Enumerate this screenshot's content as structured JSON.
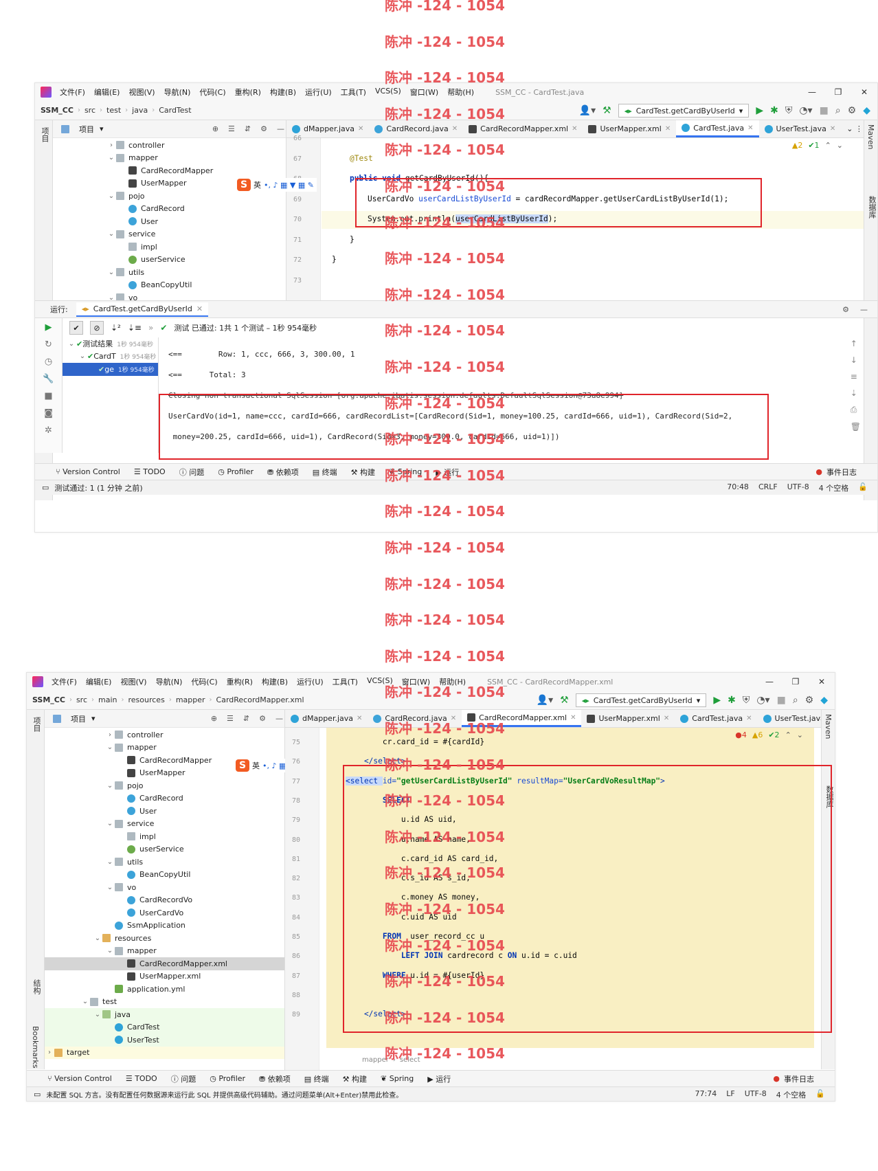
{
  "watermark": "陈冲 -124 - 1054",
  "menu_items": [
    "文件(F)",
    "编辑(E)",
    "视图(V)",
    "导航(N)",
    "代码(C)",
    "重构(R)",
    "构建(B)",
    "运行(U)",
    "工具(T)",
    "VCS(S)",
    "窗口(W)",
    "帮助(H)"
  ],
  "window_controls": [
    "—",
    "❐",
    "✕"
  ],
  "run_config": "CardTest.getCardByUserId",
  "shot1": {
    "window_title": "SSM_CC - CardTest.java",
    "breadcrumbs": [
      "SSM_CC",
      "src",
      "test",
      "java",
      "CardTest"
    ],
    "project_label": "项目",
    "tabs": [
      "dMapper.java",
      "CardRecord.java",
      "CardRecordMapper.xml",
      "UserMapper.xml",
      "CardTest.java",
      "UserTest.java"
    ],
    "tree": [
      {
        "label": "controller",
        "icon": "folder",
        "indent": 1,
        "chev": "›"
      },
      {
        "label": "mapper",
        "icon": "folder",
        "indent": 1,
        "chev": "⌄"
      },
      {
        "label": "CardRecordMapper",
        "icon": "xml",
        "indent": 2,
        "chev": ""
      },
      {
        "label": "UserMapper",
        "icon": "xml",
        "indent": 2,
        "chev": ""
      },
      {
        "label": "pojo",
        "icon": "folder",
        "indent": 1,
        "chev": "⌄"
      },
      {
        "label": "CardRecord",
        "icon": "class",
        "indent": 2,
        "chev": ""
      },
      {
        "label": "User",
        "icon": "class",
        "indent": 2,
        "chev": ""
      },
      {
        "label": "service",
        "icon": "folder",
        "indent": 1,
        "chev": "⌄"
      },
      {
        "label": "impl",
        "icon": "folder",
        "indent": 2,
        "chev": ""
      },
      {
        "label": "userService",
        "icon": "iface",
        "indent": 2,
        "chev": ""
      },
      {
        "label": "utils",
        "icon": "folder",
        "indent": 1,
        "chev": "⌄"
      },
      {
        "label": "BeanCopyUtil",
        "icon": "class",
        "indent": 2,
        "chev": ""
      },
      {
        "label": "vo",
        "icon": "folder",
        "indent": 1,
        "chev": "⌄"
      }
    ],
    "line_numbers": [
      "66",
      "67",
      "68",
      "69",
      "70",
      "71",
      "72",
      "73"
    ],
    "code": {
      "ann": "@Test",
      "sig_kw": "public void",
      "sig_rest": " getCardByUserId(){",
      "line1_type": "UserCardVo ",
      "line1_var": "userCardListByUserId",
      "line1_rest": " = cardRecordMapper.getUserCardListByUserId(1);",
      "line2_a": "System.out.println(",
      "line2_b": "userCardListByUserId",
      "line2_c": ");",
      "close1": "}",
      "close2": "}"
    },
    "inspections": [
      "▲2",
      "✔1",
      "⌃",
      "⌄"
    ],
    "run_label": "运行:",
    "run_tab": "CardTest.getCardByUserId",
    "run_status": "测试 已通过: 1共 1 个测试 – 1秒 954毫秒",
    "test_tree": [
      {
        "label": "测试结果",
        "time": "1秒 954毫秒"
      },
      {
        "label": "CardT",
        "time": "1秒 954毫秒"
      },
      {
        "label": "ge",
        "time": "1秒 954毫秒"
      }
    ],
    "console": [
      "<==        Row: 1, ccc, 666, 3, 300.00, 1",
      "<==      Total: 3",
      "Closing non transactional SqlSession [org.apache.ibatis.session.defaults.DefaultSqlSession@73a8e994]",
      "UserCardVo(id=1, name=ccc, cardId=666, cardRecordList=[CardRecord(Sid=1, money=100.25, cardId=666, uid=1), CardRecord(Sid=2,",
      " money=200.25, cardId=666, uid=1), CardRecord(Sid=3, money=300.0, cardId=666, uid=1)])"
    ],
    "toolwindows": [
      "Version Control",
      "TODO",
      "问题",
      "Profiler",
      "依赖项",
      "终端",
      "构建",
      "Spring",
      "运行"
    ],
    "event_log": "事件日志",
    "status_left": "测试通过: 1 (1 分钟 之前)",
    "status_right": [
      "70:48",
      "CRLF",
      "UTF-8",
      "4 个空格"
    ]
  },
  "shot2": {
    "window_title": "SSM_CC - CardRecordMapper.xml",
    "breadcrumbs": [
      "SSM_CC",
      "src",
      "main",
      "resources",
      "mapper",
      "CardRecordMapper.xml"
    ],
    "project_label": "项目",
    "tabs": [
      "dMapper.java",
      "CardRecord.java",
      "CardRecordMapper.xml",
      "UserMapper.xml",
      "CardTest.java",
      "UserTest.java"
    ],
    "tree": [
      {
        "label": "controller",
        "icon": "folder",
        "indent": 2,
        "chev": "›"
      },
      {
        "label": "mapper",
        "icon": "folder",
        "indent": 2,
        "chev": "⌄"
      },
      {
        "label": "CardRecordMapper",
        "icon": "xml",
        "indent": 3,
        "chev": ""
      },
      {
        "label": "UserMapper",
        "icon": "xml",
        "indent": 3,
        "chev": ""
      },
      {
        "label": "pojo",
        "icon": "folder",
        "indent": 2,
        "chev": "⌄"
      },
      {
        "label": "CardRecord",
        "icon": "class",
        "indent": 3,
        "chev": ""
      },
      {
        "label": "User",
        "icon": "class",
        "indent": 3,
        "chev": ""
      },
      {
        "label": "service",
        "icon": "folder",
        "indent": 2,
        "chev": "⌄"
      },
      {
        "label": "impl",
        "icon": "folder",
        "indent": 3,
        "chev": ""
      },
      {
        "label": "userService",
        "icon": "iface",
        "indent": 3,
        "chev": ""
      },
      {
        "label": "utils",
        "icon": "folder",
        "indent": 2,
        "chev": "⌄"
      },
      {
        "label": "BeanCopyUtil",
        "icon": "class",
        "indent": 3,
        "chev": ""
      },
      {
        "label": "vo",
        "icon": "folder",
        "indent": 2,
        "chev": "⌄"
      },
      {
        "label": "CardRecordVo",
        "icon": "class",
        "indent": 3,
        "chev": ""
      },
      {
        "label": "UserCardVo",
        "icon": "class",
        "indent": 3,
        "chev": ""
      },
      {
        "label": "SsmApplication",
        "icon": "class",
        "indent": 2,
        "chev": ""
      },
      {
        "label": "resources",
        "icon": "folder-y",
        "indent": 1,
        "chev": "⌄"
      },
      {
        "label": "mapper",
        "icon": "folder",
        "indent": 2,
        "chev": "⌄"
      },
      {
        "label": "CardRecordMapper.xml",
        "icon": "xml",
        "indent": 3,
        "chev": "",
        "state": "sel"
      },
      {
        "label": "UserMapper.xml",
        "icon": "xml",
        "indent": 3,
        "chev": ""
      },
      {
        "label": "application.yml",
        "icon": "yml",
        "indent": 2,
        "chev": ""
      },
      {
        "label": "test",
        "icon": "folder",
        "indent": 0,
        "chev": "⌄"
      },
      {
        "label": "java",
        "icon": "folder-g",
        "indent": 1,
        "chev": "⌄",
        "state": "green"
      },
      {
        "label": "CardTest",
        "icon": "java",
        "indent": 2,
        "chev": "",
        "state": "green"
      },
      {
        "label": "UserTest",
        "icon": "java",
        "indent": 2,
        "chev": "",
        "state": "green"
      },
      {
        "label": "target",
        "icon": "folder-y",
        "indent": -1,
        "chev": "›",
        "state": "yellow"
      }
    ],
    "line_numbers": [
      "75",
      "76",
      "77",
      "78",
      "79",
      "80",
      "81",
      "82",
      "83",
      "84",
      "85",
      "86",
      "87",
      "88",
      "89"
    ],
    "code": [
      {
        "t": "plain",
        "s": "        cr.card_id = #{cardId}"
      },
      {
        "t": "tag",
        "s": "    </select>"
      },
      {
        "t": "select",
        "a": "<select ",
        "b": "id=",
        "c": "\"getUserCardListByUserId\"",
        "d": " resultMap=",
        "e": "\"UserCardVoResultMap\"",
        "f": ">"
      },
      {
        "t": "kw",
        "s": "        SELECT"
      },
      {
        "t": "plain",
        "s": "            u.id AS uid,"
      },
      {
        "t": "plain",
        "s": "            u.name AS name,"
      },
      {
        "t": "plain",
        "s": "            c.card_id AS card_id,"
      },
      {
        "t": "plain",
        "s": "            c.s_id AS s_id,"
      },
      {
        "t": "plain",
        "s": "            c.money AS money,"
      },
      {
        "t": "plain",
        "s": "            c.uid AS uid"
      },
      {
        "t": "from",
        "a": "        FROM",
        "b": "  user_record_cc u"
      },
      {
        "t": "join",
        "a": "            LEFT JOIN",
        "b": " cardrecord c ",
        "c": "ON",
        "d": " u.id = c.uid"
      },
      {
        "t": "where",
        "a": "        WHERE",
        "b": " u.id = #{userId}"
      },
      {
        "t": "plain",
        "s": ""
      },
      {
        "t": "tag",
        "s": "    </select>"
      }
    ],
    "inspections": [
      "●4",
      "▲6",
      "✔2",
      "⌃",
      "⌄"
    ],
    "code_breadcrumb": [
      "mapper",
      "select"
    ],
    "toolwindows": [
      "Version Control",
      "TODO",
      "问题",
      "Profiler",
      "依赖项",
      "终端",
      "构建",
      "Spring",
      "运行"
    ],
    "event_log": "事件日志",
    "status_left": "未配置 SQL 方言。没有配置任何数据源来运行此 SQL 并提供高级代码辅助。通过问题菜单(Alt+Enter)禁用此检查。",
    "status_right": [
      "77:74",
      "LF",
      "UTF-8",
      "4 个空格"
    ]
  },
  "side_labels": {
    "project": "项目",
    "structure": "结构",
    "bookmarks": "Bookmarks",
    "maven": "Maven",
    "database": "数据库"
  },
  "ime": {
    "lang": "英",
    "icons": "•,  ♪  ▦  ▼  ▦  ✎"
  },
  "colors": {
    "accent": "#3574f0",
    "red_box": "#e0242a",
    "watermark": "#e74a4f",
    "run_green": "#1f9e3a"
  }
}
